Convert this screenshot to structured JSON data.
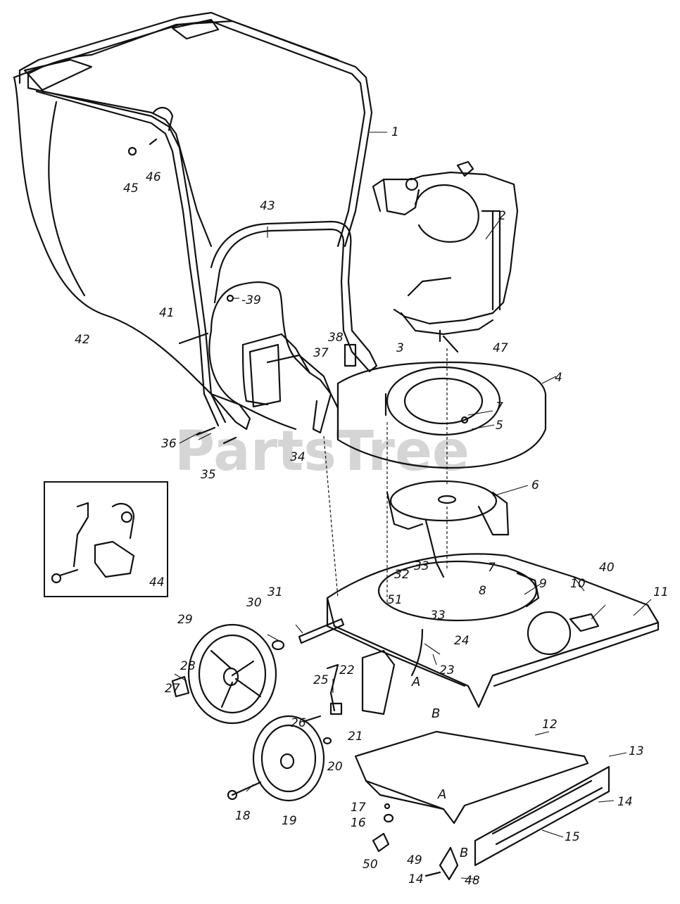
{
  "watermark": "PartsTree",
  "part_labels": [
    {
      "id": "p1",
      "text": "1"
    },
    {
      "id": "p2",
      "text": "2"
    },
    {
      "id": "p3",
      "text": "3"
    },
    {
      "id": "p4",
      "text": "4"
    },
    {
      "id": "p5",
      "text": "5"
    },
    {
      "id": "p6",
      "text": "6"
    },
    {
      "id": "p7a",
      "text": "7"
    },
    {
      "id": "p7b",
      "text": "7"
    },
    {
      "id": "p8",
      "text": "8"
    },
    {
      "id": "p9",
      "text": "9"
    },
    {
      "id": "p10",
      "text": "10"
    },
    {
      "id": "p11",
      "text": "11"
    },
    {
      "id": "p12",
      "text": "12"
    },
    {
      "id": "p13",
      "text": "13"
    },
    {
      "id": "p14a",
      "text": "14"
    },
    {
      "id": "p14b",
      "text": "14"
    },
    {
      "id": "p15",
      "text": "15"
    },
    {
      "id": "p16",
      "text": "16"
    },
    {
      "id": "p17",
      "text": "17"
    },
    {
      "id": "p18",
      "text": "18"
    },
    {
      "id": "p19",
      "text": "19"
    },
    {
      "id": "p20",
      "text": "20"
    },
    {
      "id": "p21",
      "text": "21"
    },
    {
      "id": "p22",
      "text": "22"
    },
    {
      "id": "p23",
      "text": "23"
    },
    {
      "id": "p24",
      "text": "24"
    },
    {
      "id": "p25",
      "text": "25"
    },
    {
      "id": "p26",
      "text": "26"
    },
    {
      "id": "p27",
      "text": "27"
    },
    {
      "id": "p28",
      "text": "28"
    },
    {
      "id": "p29",
      "text": "29"
    },
    {
      "id": "p30",
      "text": "30"
    },
    {
      "id": "p31",
      "text": "31"
    },
    {
      "id": "p32",
      "text": "32"
    },
    {
      "id": "p33a",
      "text": "33"
    },
    {
      "id": "p33b",
      "text": "33"
    },
    {
      "id": "p34",
      "text": "34"
    },
    {
      "id": "p35",
      "text": "35"
    },
    {
      "id": "p36",
      "text": "36"
    },
    {
      "id": "p37",
      "text": "37"
    },
    {
      "id": "p38",
      "text": "38"
    },
    {
      "id": "p39",
      "text": "-39"
    },
    {
      "id": "p40",
      "text": "40"
    },
    {
      "id": "p41",
      "text": "41"
    },
    {
      "id": "p42",
      "text": "42"
    },
    {
      "id": "p43",
      "text": "43"
    },
    {
      "id": "p44",
      "text": "44"
    },
    {
      "id": "p45",
      "text": "45"
    },
    {
      "id": "p46",
      "text": "46"
    },
    {
      "id": "p47",
      "text": "47"
    },
    {
      "id": "p48",
      "text": "48"
    },
    {
      "id": "p49",
      "text": "49"
    },
    {
      "id": "p50",
      "text": "50"
    },
    {
      "id": "p51",
      "text": "51"
    }
  ],
  "reference_letters": [
    {
      "id": "refA1",
      "text": "A"
    },
    {
      "id": "refA2",
      "text": "A"
    },
    {
      "id": "refB1",
      "text": "B"
    },
    {
      "id": "refB2",
      "text": "B"
    }
  ]
}
